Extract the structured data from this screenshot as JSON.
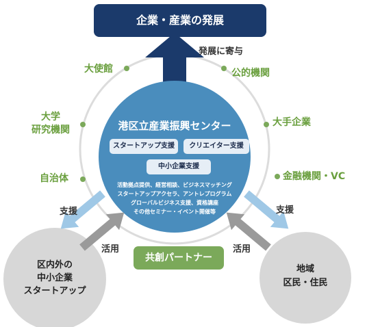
{
  "top": {
    "title": "企業・産業の発展",
    "arrow_label": "発展に寄与"
  },
  "center": {
    "title": "港区立産業振興センター",
    "chips": [
      "スタートアップ支援",
      "クリエイター支援",
      "中小企業支援"
    ],
    "services": [
      "活動拠点提供、経営相談、ビジネスマッチング",
      "スタートアップアクセラ、アントレプログラム",
      "グローバルビジネス支援、資格講座",
      "その他セミナー・イベント開催等"
    ]
  },
  "partners_left": [
    "大使館",
    "大学\n研究機関",
    "自治体"
  ],
  "partners_right": [
    "公的機関",
    "大手企業",
    "金融機関・VC"
  ],
  "partner_box": "共創パートナー",
  "left_circle": "区内外の\n中小企業\nスタートアップ",
  "right_circle": "地域\n区民・住民",
  "labels": {
    "support": "支援",
    "use": "活用"
  },
  "colors": {
    "navy": "#1b3a6b",
    "center_blue": "#4a8dbd",
    "partner_green": "#7ba95a",
    "gray_circle": "#d7d7d7",
    "arrow_light": "#9fc8e6",
    "arrow_gray": "#9a9a9a"
  }
}
